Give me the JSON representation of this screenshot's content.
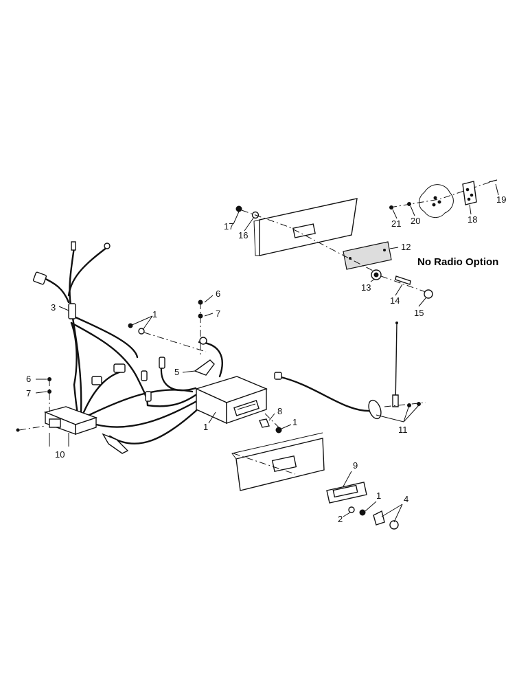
{
  "diagram": {
    "option_note": "No Radio Option",
    "callouts": [
      {
        "id": "c17",
        "text": "17"
      },
      {
        "id": "c16",
        "text": "16"
      },
      {
        "id": "c21",
        "text": "21"
      },
      {
        "id": "c20",
        "text": "20"
      },
      {
        "id": "c18",
        "text": "18"
      },
      {
        "id": "c19",
        "text": "19"
      },
      {
        "id": "c12",
        "text": "12"
      },
      {
        "id": "c13",
        "text": "13"
      },
      {
        "id": "c14",
        "text": "14"
      },
      {
        "id": "c15",
        "text": "15"
      },
      {
        "id": "c3",
        "text": "3"
      },
      {
        "id": "c1a",
        "text": "1"
      },
      {
        "id": "c6a",
        "text": "6"
      },
      {
        "id": "c7a",
        "text": "7"
      },
      {
        "id": "c5",
        "text": "5"
      },
      {
        "id": "c6b",
        "text": "6"
      },
      {
        "id": "c7b",
        "text": "7"
      },
      {
        "id": "c1b",
        "text": "1"
      },
      {
        "id": "c8",
        "text": "8"
      },
      {
        "id": "c1c",
        "text": "1"
      },
      {
        "id": "c10",
        "text": "10"
      },
      {
        "id": "c11",
        "text": "11"
      },
      {
        "id": "c9",
        "text": "9"
      },
      {
        "id": "c1d",
        "text": "1"
      },
      {
        "id": "c4",
        "text": "4"
      },
      {
        "id": "c2",
        "text": "2"
      }
    ]
  }
}
